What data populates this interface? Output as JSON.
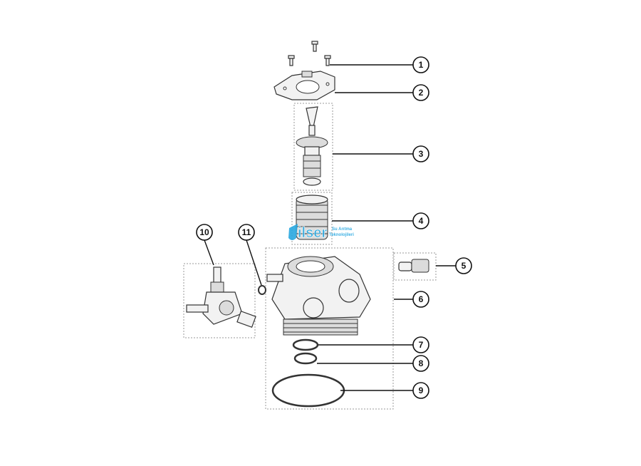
{
  "callouts": [
    "1",
    "2",
    "3",
    "4",
    "5",
    "6",
    "7",
    "8",
    "9",
    "10",
    "11"
  ],
  "logo": {
    "brand": "ilser",
    "tagline_1": "Su Arıtma",
    "tagline_2": "Teknolojileri"
  },
  "colors": {
    "logo_blue": "#29a8e0",
    "line": "#111111"
  }
}
